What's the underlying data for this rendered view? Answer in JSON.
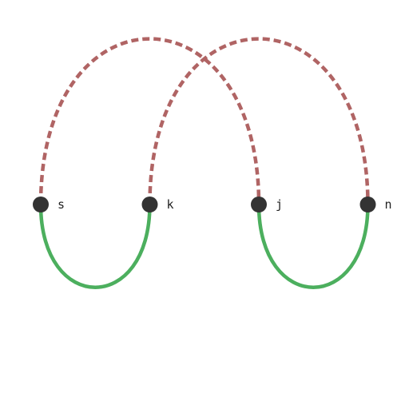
{
  "nodes": [
    {
      "id": "s",
      "label": "s"
    },
    {
      "id": "k",
      "label": "k"
    },
    {
      "id": "j",
      "label": "j"
    },
    {
      "id": "n",
      "label": "n"
    }
  ],
  "edges": [
    {
      "from": "s",
      "to": "j",
      "style": "dashed",
      "side": "above",
      "color": "#b06464"
    },
    {
      "from": "k",
      "to": "n",
      "style": "dashed",
      "side": "above",
      "color": "#b06464"
    },
    {
      "from": "s",
      "to": "k",
      "style": "solid",
      "side": "below",
      "color": "#4caf5e"
    },
    {
      "from": "j",
      "to": "n",
      "style": "solid",
      "side": "below",
      "color": "#4caf5e"
    }
  ],
  "colors": {
    "node": "#333333",
    "label": "#222222",
    "dashed_edge": "#b06464",
    "solid_edge": "#4caf5e"
  }
}
